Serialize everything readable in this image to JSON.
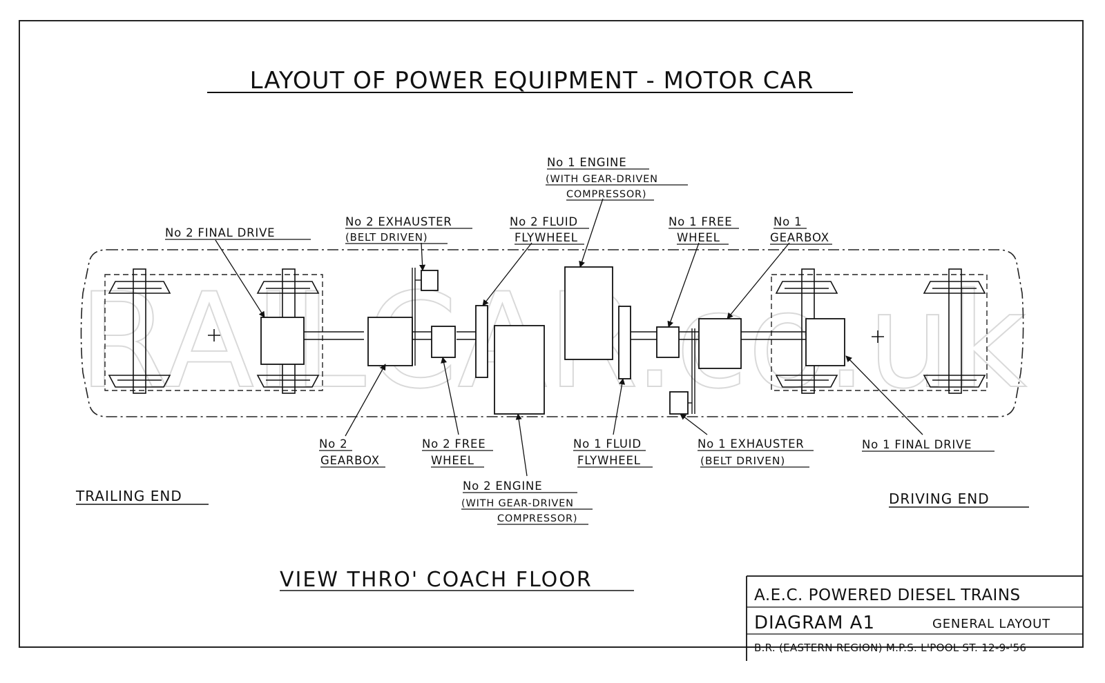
{
  "title": "LAYOUT OF POWER EQUIPMENT - MOTOR CAR",
  "subtitle": "VIEW THRO' COACH FLOOR",
  "ends": {
    "trailing": "TRAILING END",
    "driving": "DRIVING END"
  },
  "watermark": "RAILCAR.co.uk",
  "labels": {
    "no2_final_drive": "No 2 FINAL DRIVE",
    "no2_exhauster_1": "No 2 EXHAUSTER",
    "no2_exhauster_2": "(BELT DRIVEN)",
    "no2_fluid_flywheel_1": "No 2 FLUID",
    "no2_fluid_flywheel_2": "FLYWHEEL",
    "no1_engine_1": "No 1 ENGINE",
    "no1_engine_2": "(WITH GEAR-DRIVEN",
    "no1_engine_3": "COMPRESSOR)",
    "no1_free_wheel_1": "No 1 FREE",
    "no1_free_wheel_2": "WHEEL",
    "no1_gearbox_1": "No 1",
    "no1_gearbox_2": "GEARBOX",
    "no2_gearbox_1": "No 2",
    "no2_gearbox_2": "GEARBOX",
    "no2_free_wheel_1": "No 2 FREE",
    "no2_free_wheel_2": "WHEEL",
    "no2_engine_1": "No 2 ENGINE",
    "no2_engine_2": "(WITH GEAR-DRIVEN",
    "no2_engine_3": "COMPRESSOR)",
    "no1_fluid_flywheel_1": "No 1 FLUID",
    "no1_fluid_flywheel_2": "FLYWHEEL",
    "no1_exhauster_1": "No 1 EXHAUSTER",
    "no1_exhauster_2": "(BELT DRIVEN)",
    "no1_final_drive": "No 1 FINAL DRIVE"
  },
  "title_block": {
    "line1": "A.E.C. POWERED DIESEL TRAINS",
    "line2a": "DIAGRAM A1",
    "line2b": "GENERAL LAYOUT",
    "line3": "B.R. (EASTERN REGION) M.P.S. L'POOL ST. 12-9-'56"
  }
}
